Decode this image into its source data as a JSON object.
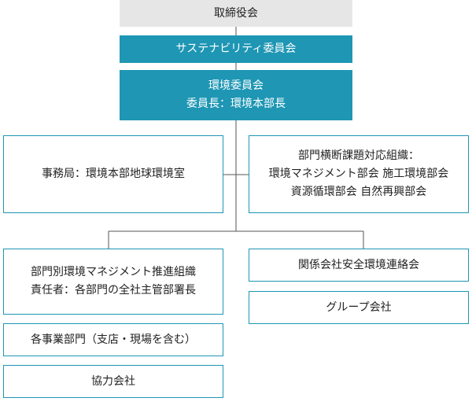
{
  "colors": {
    "accent": "#1e96b4",
    "top": "#e6e6e6",
    "line": "#555555"
  },
  "nodes": {
    "board": "取締役会",
    "sustainability": "サステナビリティ委員会",
    "env_committee": {
      "line1": "環境委員会",
      "line2": "委員長：環境本部長"
    },
    "secretariat": "事務局：環境本部地球環境室",
    "cross_dept": {
      "line1": "部門横断課題対応組織：",
      "line2": "環境マネジメント部会 施工環境部会",
      "line3": "資源循環部会 自然再興部会"
    },
    "dept_org": {
      "line1": "部門別環境マネジメント推進組織",
      "line2": "責任者：各部門の全社主管部署長"
    },
    "business_depts": "各事業部門（支店・現場を含む）",
    "partners": "協力会社",
    "affiliates_liaison": "関係会社安全環境連絡会",
    "group_companies": "グループ会社"
  }
}
